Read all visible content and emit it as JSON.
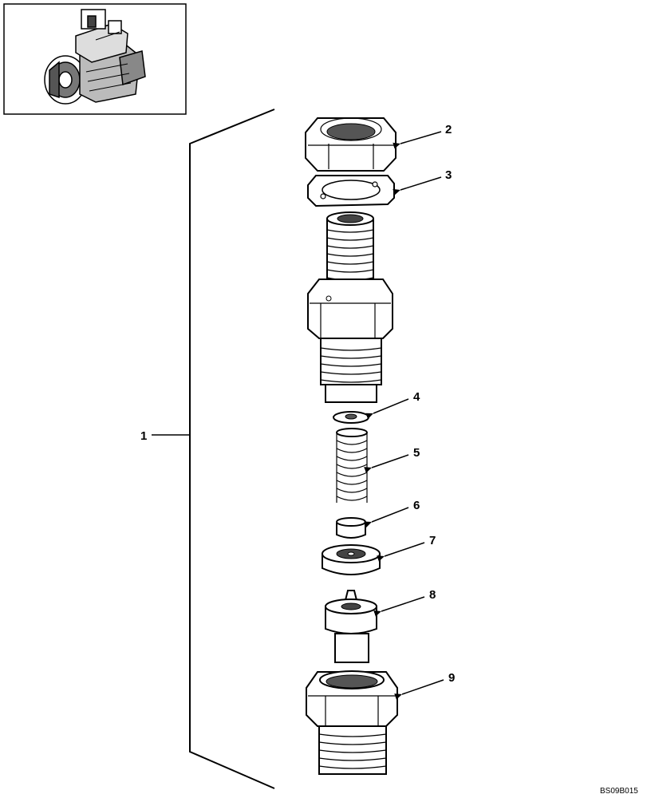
{
  "diagram": {
    "callouts": [
      {
        "id": "1",
        "label": "1"
      },
      {
        "id": "2",
        "label": "2"
      },
      {
        "id": "3",
        "label": "3"
      },
      {
        "id": "4",
        "label": "4"
      },
      {
        "id": "5",
        "label": "5"
      },
      {
        "id": "6",
        "label": "6"
      },
      {
        "id": "7",
        "label": "7"
      },
      {
        "id": "8",
        "label": "8"
      },
      {
        "id": "9",
        "label": "9"
      }
    ],
    "drawing_code": "BS09B015"
  }
}
